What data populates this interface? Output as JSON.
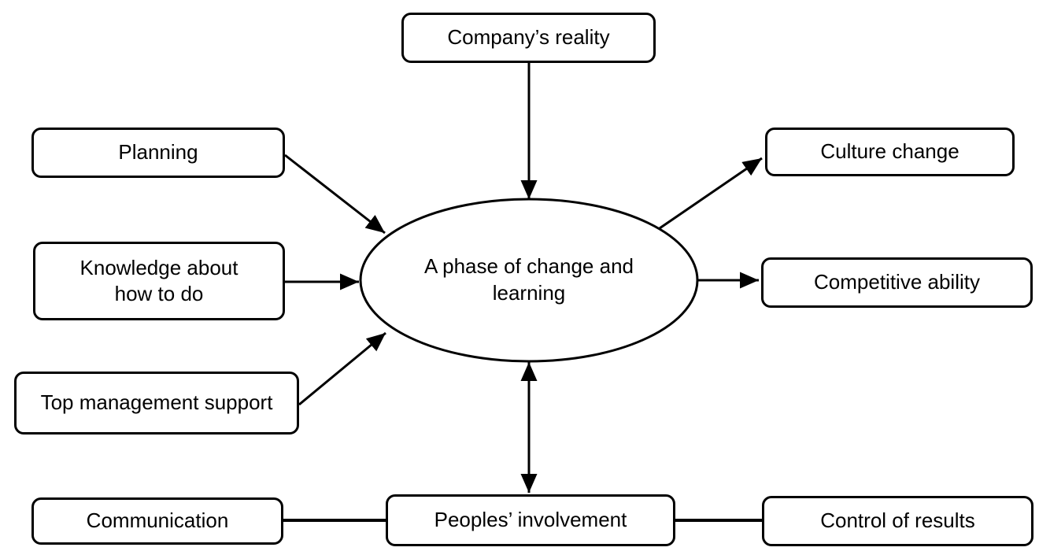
{
  "diagram": {
    "type": "concept-diagram",
    "center": {
      "label": "A phase of change and learning"
    },
    "nodes": {
      "company_reality": {
        "label": "Company’s reality"
      },
      "planning": {
        "label": "Planning"
      },
      "knowledge": {
        "label": "Knowledge about how to do"
      },
      "top_management_support": {
        "label": "Top management support"
      },
      "culture_change": {
        "label": "Culture change"
      },
      "competitive_ability": {
        "label": "Competitive ability"
      },
      "communication": {
        "label": "Communication"
      },
      "peoples_involvement": {
        "label": "Peoples’ involvement"
      },
      "control_of_results": {
        "label": "Control of results"
      }
    },
    "edges": [
      {
        "from": "company_reality",
        "to": "center",
        "type": "arrow"
      },
      {
        "from": "planning",
        "to": "center",
        "type": "arrow"
      },
      {
        "from": "knowledge",
        "to": "center",
        "type": "arrow"
      },
      {
        "from": "top_management_support",
        "to": "center",
        "type": "arrow"
      },
      {
        "from": "center",
        "to": "culture_change",
        "type": "arrow"
      },
      {
        "from": "center",
        "to": "competitive_ability",
        "type": "arrow"
      },
      {
        "from": "center",
        "to": "peoples_involvement",
        "type": "double_arrow"
      },
      {
        "from": "communication",
        "to": "peoples_involvement",
        "type": "line"
      },
      {
        "from": "peoples_involvement",
        "to": "control_of_results",
        "type": "line"
      }
    ],
    "colors": {
      "stroke": "#000000",
      "fill": "#ffffff",
      "text": "#000000"
    }
  }
}
